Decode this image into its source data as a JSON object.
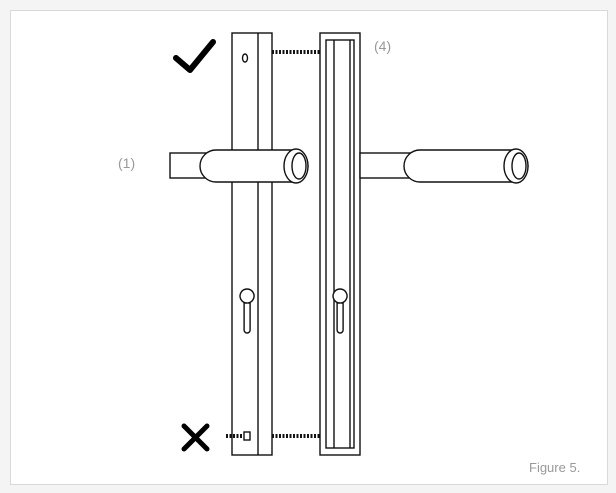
{
  "diagram": {
    "labels": {
      "handle": "(1)",
      "bolt": "(4)"
    },
    "caption": "Figure 5.",
    "marks": {
      "correct_icon": "check-mark-icon",
      "incorrect_icon": "x-mark-icon"
    },
    "colors": {
      "line": "#111111",
      "label": "#999999",
      "frame_border": "#d9d9d9"
    }
  }
}
